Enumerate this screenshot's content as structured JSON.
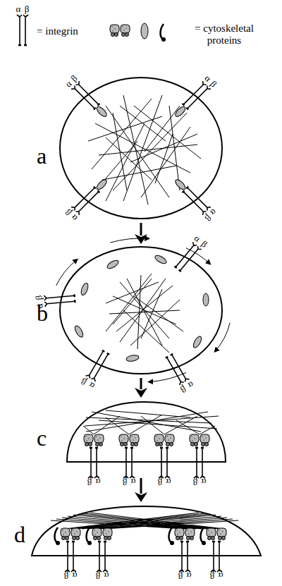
{
  "diagram": {
    "labels": [
      "α",
      "β",
      "a",
      "α",
      "β",
      "α",
      "β",
      "α",
      "β",
      "α",
      "β",
      "b",
      "α",
      "β",
      "α",
      "β",
      "α",
      "β",
      "α",
      "β",
      "c",
      "α",
      "β",
      "α",
      "β",
      "α",
      "β",
      "α",
      "β",
      "d",
      "α",
      "β",
      "α",
      "β",
      "α",
      "β",
      "α",
      "β"
    ],
    "legend": [
      {
        "text": "= integrin"
      },
      {
        "text": "= cytoskeletal proteins"
      }
    ]
  }
}
